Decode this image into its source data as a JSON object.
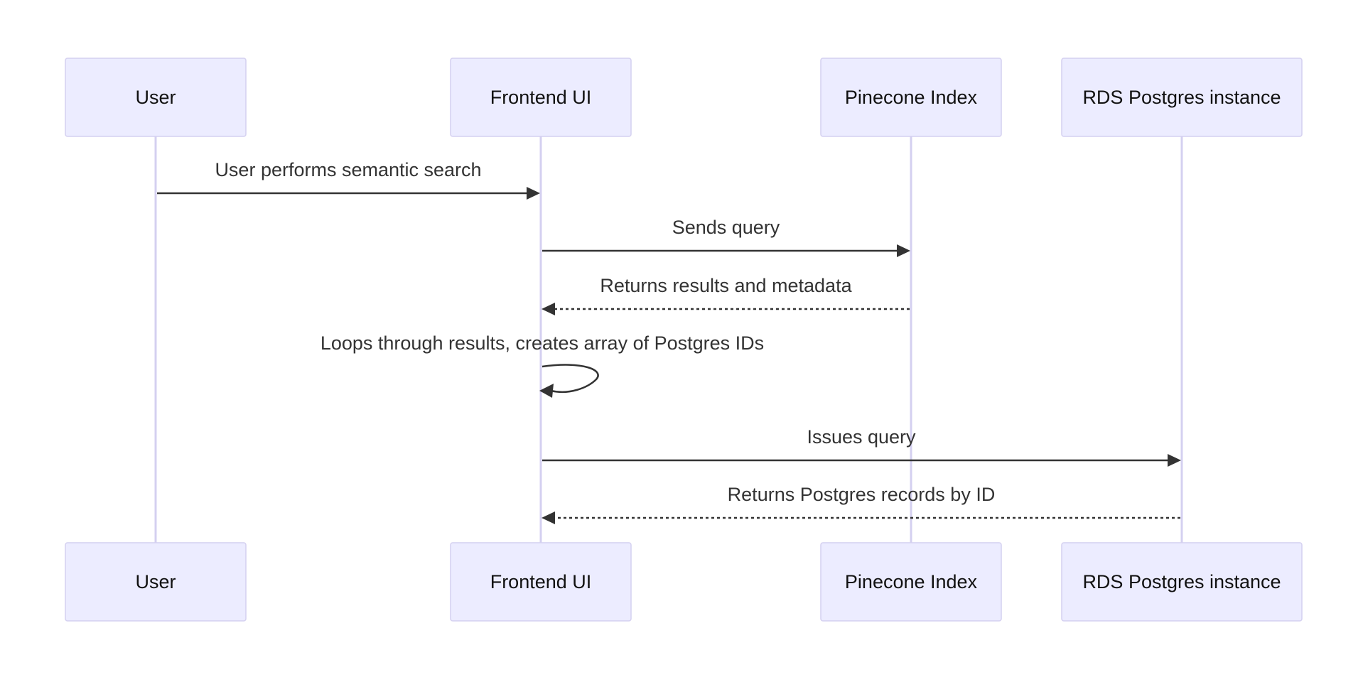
{
  "diagram": {
    "type": "sequence",
    "participants": [
      {
        "id": "user",
        "label": "User"
      },
      {
        "id": "frontend",
        "label": "Frontend UI"
      },
      {
        "id": "pinecone",
        "label": "Pinecone Index"
      },
      {
        "id": "rds",
        "label": "RDS Postgres instance"
      }
    ],
    "messages": [
      {
        "from": "user",
        "to": "frontend",
        "label": "User performs semantic search",
        "style": "solid"
      },
      {
        "from": "frontend",
        "to": "pinecone",
        "label": "Sends query",
        "style": "solid"
      },
      {
        "from": "pinecone",
        "to": "frontend",
        "label": "Returns results and metadata",
        "style": "dashed"
      },
      {
        "from": "frontend",
        "to": "frontend",
        "label": "Loops through results, creates array of Postgres IDs",
        "style": "solid"
      },
      {
        "from": "frontend",
        "to": "rds",
        "label": "Issues query",
        "style": "solid"
      },
      {
        "from": "rds",
        "to": "frontend",
        "label": "Returns Postgres records by ID",
        "style": "dashed"
      }
    ]
  },
  "colors": {
    "actor_fill": "#ECECFF",
    "actor_border": "#D4D0F0",
    "lifeline": "#D4D0F0",
    "arrow": "#333333",
    "text": "#333333"
  }
}
